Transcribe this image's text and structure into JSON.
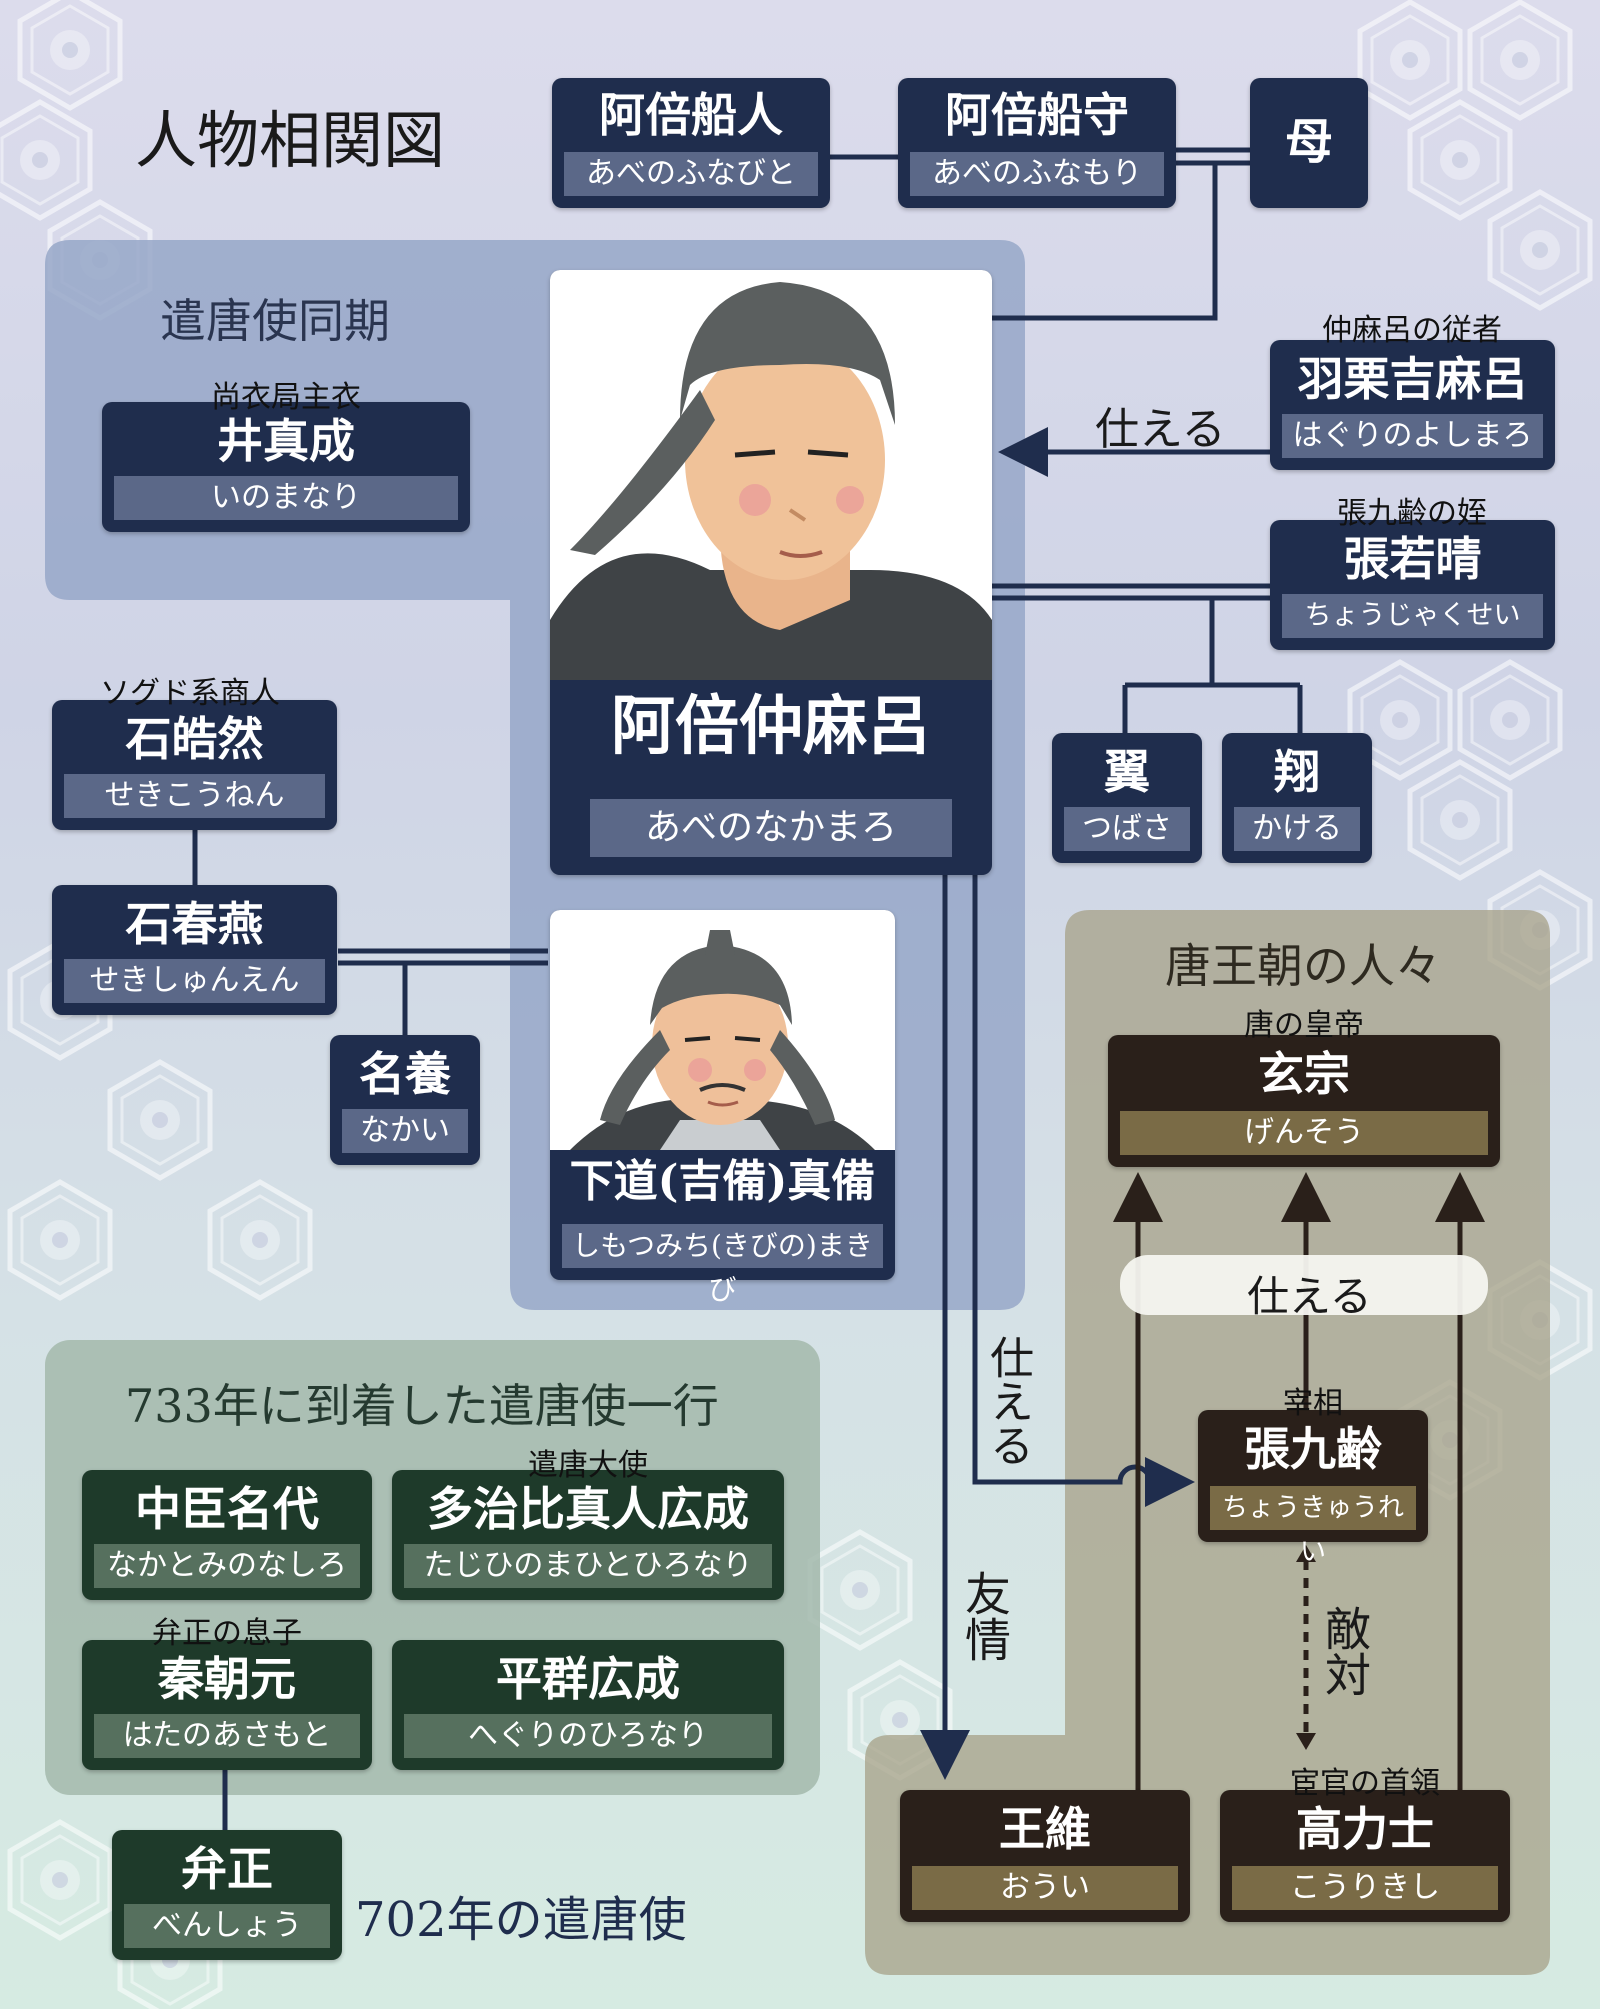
{
  "title": "人物相関図",
  "groups": {
    "kentoshi_doki": "遣唐使同期",
    "ichikou_733": "733年に到着した遣唐使一行",
    "tang_people": "唐王朝の人々",
    "kentoshi_702": "702年の遣唐使"
  },
  "people": {
    "funahito": {
      "name": "阿倍船人",
      "reading": "あべのふなびと"
    },
    "funamori": {
      "name": "阿倍船守",
      "reading": "あべのふなもり"
    },
    "haha": {
      "name": "母"
    },
    "nakamaro": {
      "name": "阿倍仲麻呂",
      "reading": "あべのなかまろ"
    },
    "makibi": {
      "name": "下道(吉備)真備",
      "reading": "しもつみち(きびの)まきび"
    },
    "inomanari": {
      "role": "尚衣局主衣",
      "name": "井真成",
      "reading": "いのまなり"
    },
    "hakuri": {
      "role": "仲麻呂の従者",
      "name": "羽栗吉麻呂",
      "reading": "はぐりのよしまろ"
    },
    "jakusei": {
      "role": "張九齢の姪",
      "name": "張若晴",
      "reading": "ちょうじゃくせい"
    },
    "tsubasa": {
      "name": "翼",
      "reading": "つばさ"
    },
    "kakeru": {
      "name": "翔",
      "reading": "かける"
    },
    "sekikouzen": {
      "role": "ソグド系商人",
      "name": "石皓然",
      "reading": "せきこうねん"
    },
    "sekishunen": {
      "name": "石春燕",
      "reading": "せきしゅんえん"
    },
    "nakai": {
      "name": "名養",
      "reading": "なかい"
    },
    "genso": {
      "role": "唐の皇帝",
      "name": "玄宗",
      "reading": "げんそう"
    },
    "chokyurei": {
      "role": "宰相",
      "name": "張九齢",
      "reading": "ちょうきゅうれい"
    },
    "oui": {
      "name": "王維",
      "reading": "おうい"
    },
    "kourikishi": {
      "role": "宦官の首領",
      "name": "高力士",
      "reading": "こうりきし"
    },
    "nakatomi": {
      "name": "中臣名代",
      "reading": "なかとみのなしろ"
    },
    "tajihi": {
      "role": "遣唐大使",
      "name": "多治比真人広成",
      "reading": "たじひのまひとひろなり"
    },
    "hata": {
      "role": "弁正の息子",
      "name": "秦朝元",
      "reading": "はたのあさもと"
    },
    "heguri": {
      "name": "平群広成",
      "reading": "へぐりのひろなり"
    },
    "bensei": {
      "name": "弁正",
      "reading": "べんしょう"
    }
  },
  "relations": {
    "serve_hakuri": "仕える",
    "serve_genso": "仕える",
    "serve_nakamaro_vertical": "仕える",
    "friendship_vertical": "友情",
    "hostility_vertical": "敵対"
  }
}
